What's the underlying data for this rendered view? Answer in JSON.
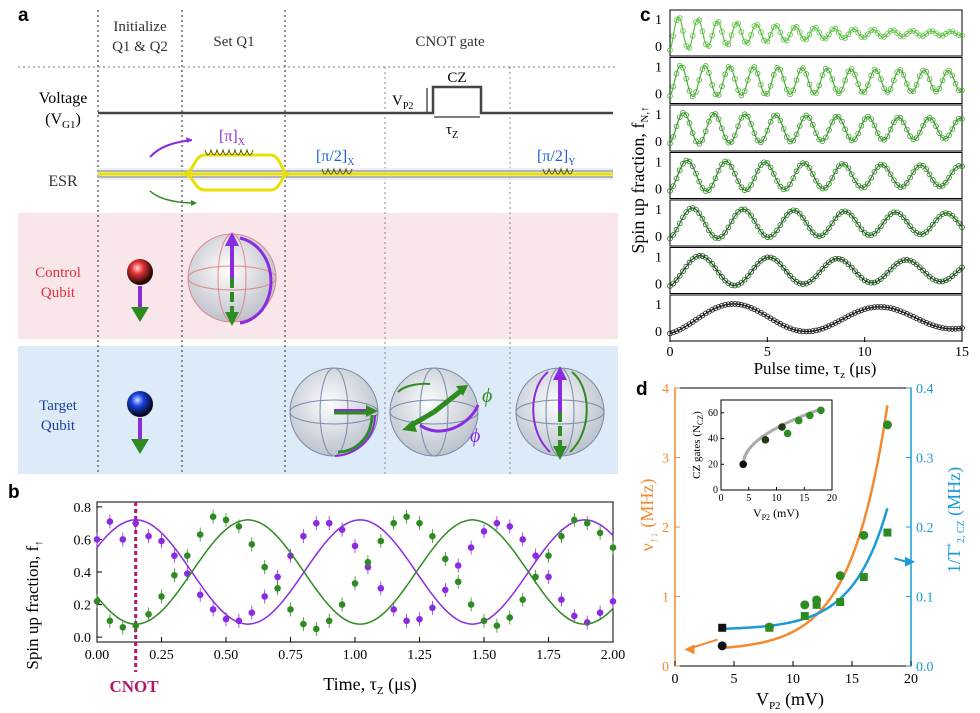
{
  "panel_a": {
    "letter": "a",
    "column_headers": [
      "Initialize",
      "Q1 & Q2",
      "Set Q1",
      "CNOT gate"
    ],
    "voltage_label": [
      "Voltage",
      "(V",
      "G1",
      ")"
    ],
    "cz_label": "CZ",
    "vp2_label": [
      "V",
      "P2"
    ],
    "tauz_label": [
      "τ",
      "Z"
    ],
    "esr_label": "ESR",
    "pulse_labels": [
      {
        "text": "[π]",
        "sub": "X"
      },
      {
        "text": "[π/2]",
        "sub": "X"
      },
      {
        "text": "[π/2]",
        "sub": "Y"
      }
    ],
    "control_label": [
      "Control",
      "Qubit"
    ],
    "target_label": [
      "Target",
      "Qubit"
    ],
    "phi_labels": [
      "ϕ",
      "ϕ"
    ],
    "colors": {
      "control_bg": "#f8e6ea",
      "target_bg": "#dcebf7",
      "control_text": "#e0323c",
      "target_text": "#1f3fa0",
      "purple": "#8a2be2",
      "green": "#2e8b22",
      "pulse_blue": "#1a5fd6",
      "pulse_purple": "#8a2be2",
      "esr_yellow": "#e8e000"
    }
  },
  "panel_b": {
    "letter": "b",
    "ylabel": "Spin up fraction, f",
    "ylabel_sub": "↑",
    "xlabel": "Time, τ",
    "xlabel_sub": "Z",
    "xlabel_unit": " (μs)",
    "cnot_label": "CNOT",
    "chart_data": {
      "type": "scatter",
      "xlim": [
        0,
        2.0
      ],
      "ylim": [
        -0.03,
        0.83
      ],
      "xticks": [
        "0.00",
        "0.25",
        "0.50",
        "0.75",
        "1.00",
        "1.25",
        "1.50",
        "1.75",
        "2.00"
      ],
      "yticks": [
        "0.0",
        "0.2",
        "0.4",
        "0.6",
        "0.8"
      ],
      "cnot_x": 0.15,
      "series": [
        {
          "color": "#8a2be2",
          "x": [
            0.0,
            0.05,
            0.1,
            0.15,
            0.2,
            0.25,
            0.3,
            0.35,
            0.4,
            0.45,
            0.5,
            0.55,
            0.6,
            0.65,
            0.7,
            0.75,
            0.8,
            0.85,
            0.9,
            0.95,
            1.0,
            1.05,
            1.1,
            1.15,
            1.2,
            1.25,
            1.3,
            1.35,
            1.4,
            1.45,
            1.5,
            1.55,
            1.6,
            1.65,
            1.7,
            1.75,
            1.8,
            1.85,
            1.9,
            1.95,
            2.0
          ],
          "y": [
            0.6,
            0.71,
            0.6,
            0.7,
            0.62,
            0.59,
            0.5,
            0.39,
            0.26,
            0.17,
            0.11,
            0.1,
            0.15,
            0.25,
            0.37,
            0.5,
            0.62,
            0.7,
            0.7,
            0.66,
            0.56,
            0.43,
            0.3,
            0.17,
            0.1,
            0.11,
            0.18,
            0.29,
            0.44,
            0.55,
            0.65,
            0.7,
            0.68,
            0.6,
            0.5,
            0.37,
            0.23,
            0.13,
            0.09,
            0.15,
            0.22
          ]
        },
        {
          "color": "#2e8b22",
          "x": [
            0.0,
            0.05,
            0.1,
            0.15,
            0.2,
            0.25,
            0.3,
            0.35,
            0.4,
            0.45,
            0.5,
            0.55,
            0.6,
            0.65,
            0.7,
            0.75,
            0.8,
            0.85,
            0.9,
            0.95,
            1.0,
            1.05,
            1.1,
            1.15,
            1.2,
            1.25,
            1.3,
            1.35,
            1.4,
            1.45,
            1.5,
            1.55,
            1.6,
            1.65,
            1.7,
            1.75,
            1.8,
            1.85,
            1.9,
            1.95,
            2.0
          ],
          "y": [
            0.22,
            0.1,
            0.06,
            0.07,
            0.14,
            0.25,
            0.38,
            0.5,
            0.63,
            0.74,
            0.72,
            0.68,
            0.57,
            0.43,
            0.3,
            0.17,
            0.08,
            0.05,
            0.1,
            0.2,
            0.33,
            0.46,
            0.59,
            0.7,
            0.74,
            0.7,
            0.62,
            0.48,
            0.34,
            0.2,
            0.1,
            0.07,
            0.12,
            0.23,
            0.37,
            0.5,
            0.62,
            0.72,
            0.7,
            0.64,
            0.55
          ]
        }
      ]
    }
  },
  "panel_c": {
    "letter": "c",
    "ylabel": "Spin up fraction, f",
    "ylabel_sub": "N,↑",
    "xlabel": "Pulse time, τ",
    "xlabel_sub": "z",
    "xlabel_unit": " (μs)",
    "xticks": [
      "0",
      "5",
      "10",
      "15"
    ],
    "row_ticks": [
      "1",
      "0"
    ],
    "chart_data": {
      "type": "line",
      "xlim": [
        0,
        15
      ],
      "rows": [
        {
          "freq": 3.0,
          "color": "#5cc040",
          "amp": 0.5
        },
        {
          "freq": 2.4,
          "color": "#4aae34",
          "amp": 0.45
        },
        {
          "freq": 1.9,
          "color": "#3a9a2c",
          "amp": 0.45
        },
        {
          "freq": 1.5,
          "color": "#2e8424",
          "amp": 0.45
        },
        {
          "freq": 1.15,
          "color": "#236c1e",
          "amp": 0.45
        },
        {
          "freq": 0.85,
          "color": "#1a4e18",
          "amp": 0.45
        },
        {
          "freq": 0.4,
          "color": "#1a1a1a",
          "amp": 0.45
        }
      ]
    }
  },
  "panel_d": {
    "letter": "d",
    "ylabel_left": "ν",
    "ylabel_left_sub": "↑↓",
    "ylabel_left_unit": " (MHz)",
    "ylabel_right": "1/T",
    "ylabel_right_sup": "*",
    "ylabel_right_sub": "2, CZ",
    "ylabel_right_unit": " (MHz)",
    "xlabel": "V",
    "xlabel_sub": "P2",
    "xlabel_unit": " (mV)",
    "xticks": [
      "0",
      "5",
      "10",
      "15",
      "20"
    ],
    "yticks_left": [
      "0",
      "1",
      "2",
      "3",
      "4"
    ],
    "yticks_right": [
      "0.0",
      "0.1",
      "0.2",
      "0.3",
      "0.4"
    ],
    "inset": {
      "ylabel": "CZ gates (N",
      "ylabel_sub": "CZ",
      "ylabel_end": ")",
      "xlabel": "V",
      "xlabel_sub": "P2",
      "xlabel_unit": " (mV)",
      "xticks": [
        "0",
        "5",
        "10",
        "15",
        "20"
      ],
      "yticks": [
        "0",
        "20",
        "40",
        "60"
      ],
      "chart_data": {
        "type": "scatter",
        "x": [
          4,
          8,
          11,
          12,
          14,
          16,
          18
        ],
        "y": [
          20,
          39,
          49,
          44,
          54,
          58,
          62
        ],
        "xlim": [
          0,
          20
        ],
        "ylim": [
          0,
          70
        ]
      }
    },
    "chart_data": {
      "type": "scatter",
      "xlim": [
        0,
        20
      ],
      "series": [
        {
          "name": "nu",
          "axis": "left",
          "color": "#f28a30",
          "point_color": "#2e8b22",
          "x": [
            4,
            8,
            11,
            12,
            14,
            16,
            18
          ],
          "y": [
            0.29,
            0.56,
            0.88,
            0.95,
            1.3,
            1.88,
            3.47
          ],
          "ylim": [
            0,
            4
          ]
        },
        {
          "name": "1/T2",
          "axis": "right",
          "color": "#1a9ad6",
          "point_color": "#2e8b22",
          "x": [
            4,
            8,
            11,
            12,
            14,
            16,
            18
          ],
          "y": [
            0.055,
            0.055,
            0.072,
            0.088,
            0.092,
            0.128,
            0.192
          ],
          "ylim": [
            0,
            0.4
          ]
        }
      ]
    },
    "colors": {
      "left": "#f28a30",
      "right": "#1a9ad6"
    }
  }
}
